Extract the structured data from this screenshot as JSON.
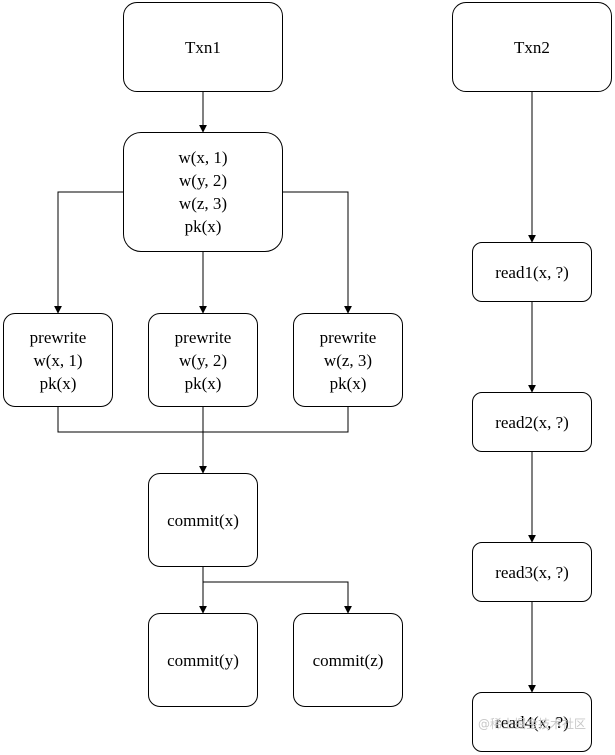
{
  "diagram": {
    "txn1": {
      "label": "Txn1"
    },
    "txn2": {
      "label": "Txn2"
    },
    "writes": {
      "lines": [
        "w(x, 1)",
        "w(y, 2)",
        "w(z, 3)",
        "pk(x)"
      ]
    },
    "prewrite_x": {
      "lines": [
        "prewrite",
        "w(x, 1)",
        "pk(x)"
      ]
    },
    "prewrite_y": {
      "lines": [
        "prewrite",
        "w(y, 2)",
        "pk(x)"
      ]
    },
    "prewrite_z": {
      "lines": [
        "prewrite",
        "w(z, 3)",
        "pk(x)"
      ]
    },
    "commit_x": {
      "label": "commit(x)"
    },
    "commit_y": {
      "label": "commit(y)"
    },
    "commit_z": {
      "label": "commit(z)"
    },
    "read1": {
      "label": "read1(x, ?)"
    },
    "read2": {
      "label": "read2(x, ?)"
    },
    "read3": {
      "label": "read3(x, ?)"
    },
    "read4": {
      "label": "read4(x, ?)"
    },
    "watermark": "@稀土掘金技术社区"
  }
}
